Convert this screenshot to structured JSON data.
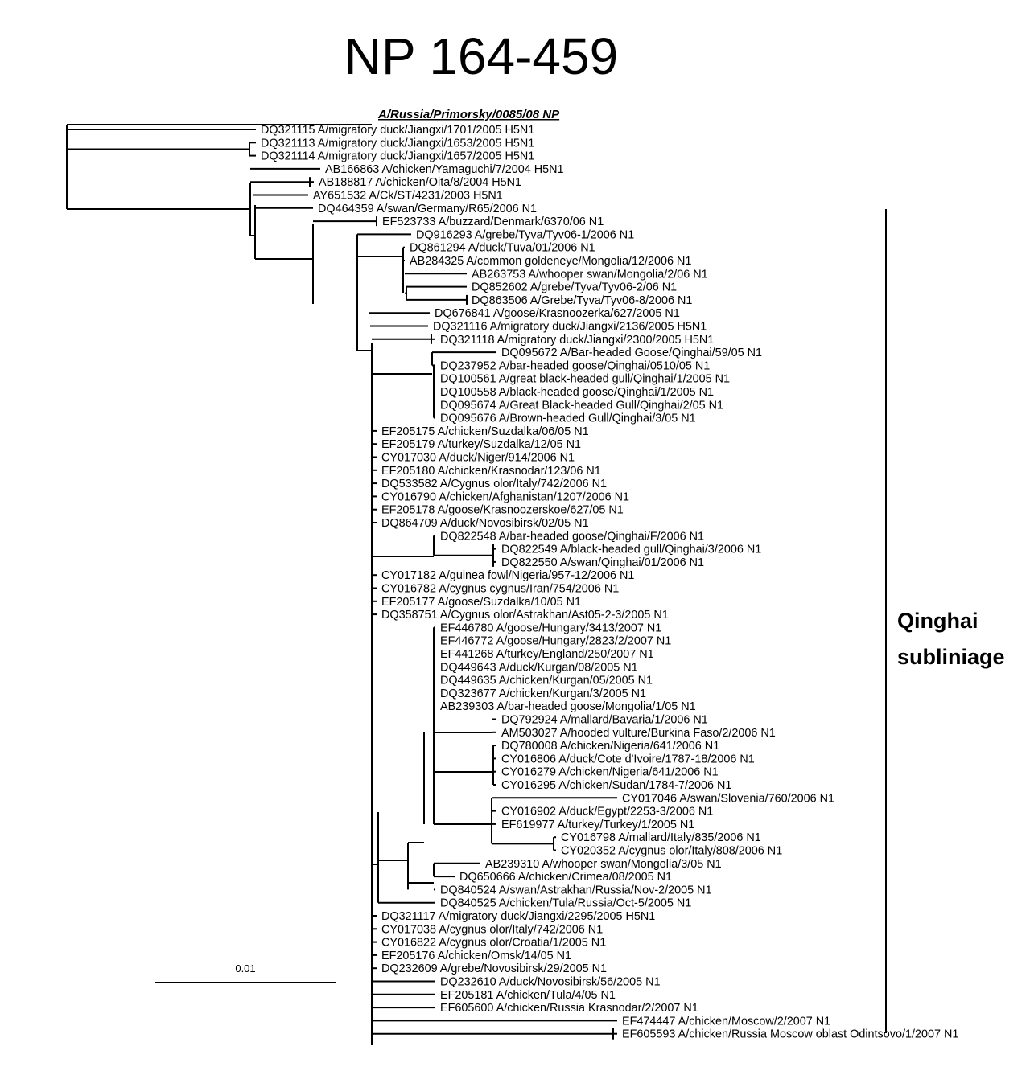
{
  "title": "NP 164-459",
  "root_label": "A/Russia/Primorsky/0085/08 NP",
  "clade": {
    "line1": "Qinghai",
    "line2": "subliniage"
  },
  "scale_bar": {
    "label": "0.01"
  },
  "taxa": [
    "DQ321115 A/migratory duck/Jiangxi/1701/2005 H5N1",
    "DQ321113 A/migratory duck/Jiangxi/1653/2005 H5N1",
    "DQ321114 A/migratory duck/Jiangxi/1657/2005 H5N1",
    "AB166863 A/chicken/Yamaguchi/7/2004 H5N1",
    "AB188817 A/chicken/Oita/8/2004 H5N1",
    "AY651532 A/Ck/ST/4231/2003 H5N1",
    "DQ464359 A/swan/Germany/R65/2006 N1",
    "EF523733 A/buzzard/Denmark/6370/06 N1",
    "DQ916293 A/grebe/Tyva/Tyv06-1/2006 N1",
    "DQ861294 A/duck/Tuva/01/2006 N1",
    "AB284325 A/common goldeneye/Mongolia/12/2006 N1",
    "AB263753 A/whooper swan/Mongolia/2/06 N1",
    "DQ852602 A/grebe/Tyva/Tyv06-2/06 N1",
    "DQ863506 A/Grebe/Tyva/Tyv06-8/2006 N1",
    "DQ676841 A/goose/Krasnoozerka/627/2005 N1",
    "DQ321116 A/migratory duck/Jiangxi/2136/2005 H5N1",
    "DQ321118 A/migratory duck/Jiangxi/2300/2005 H5N1",
    "DQ095672 A/Bar-headed Goose/Qinghai/59/05 N1",
    "DQ237952 A/bar-headed goose/Qinghai/0510/05 N1",
    "DQ100561 A/great black-headed gull/Qinghai/1/2005 N1",
    "DQ100558 A/black-headed goose/Qinghai/1/2005 N1",
    "DQ095674 A/Great Black-headed Gull/Qinghai/2/05 N1",
    "DQ095676 A/Brown-headed Gull/Qinghai/3/05 N1",
    "EF205175 A/chicken/Suzdalka/06/05 N1",
    "EF205179 A/turkey/Suzdalka/12/05 N1",
    "CY017030 A/duck/Niger/914/2006 N1",
    "EF205180 A/chicken/Krasnodar/123/06 N1",
    "DQ533582 A/Cygnus olor/Italy/742/2006 N1",
    "CY016790 A/chicken/Afghanistan/1207/2006 N1",
    "EF205178 A/goose/Krasnoozerskoe/627/05 N1",
    "DQ864709 A/duck/Novosibirsk/02/05 N1",
    "DQ822548 A/bar-headed goose/Qinghai/F/2006 N1",
    "DQ822549 A/black-headed gull/Qinghai/3/2006 N1",
    "DQ822550 A/swan/Qinghai/01/2006 N1",
    "CY017182 A/guinea fowl/Nigeria/957-12/2006 N1",
    "CY016782 A/cygnus cygnus/Iran/754/2006 N1",
    "EF205177 A/goose/Suzdalka/10/05 N1",
    "DQ358751 A/Cygnus olor/Astrakhan/Ast05-2-3/2005 N1",
    "EF446780 A/goose/Hungary/3413/2007 N1",
    "EF446772 A/goose/Hungary/2823/2/2007 N1",
    "EF441268 A/turkey/England/250/2007 N1",
    "DQ449643 A/duck/Kurgan/08/2005 N1",
    "DQ449635 A/chicken/Kurgan/05/2005 N1",
    "DQ323677 A/chicken/Kurgan/3/2005 N1",
    "AB239303 A/bar-headed goose/Mongolia/1/05 N1",
    "DQ792924 A/mallard/Bavaria/1/2006 N1",
    "AM503027 A/hooded vulture/Burkina Faso/2/2006 N1",
    "DQ780008 A/chicken/Nigeria/641/2006 N1",
    "CY016806 A/duck/Cote d'Ivoire/1787-18/2006 N1",
    "CY016279 A/chicken/Nigeria/641/2006 N1",
    "CY016295 A/chicken/Sudan/1784-7/2006 N1",
    "CY017046 A/swan/Slovenia/760/2006 N1",
    "CY016902 A/duck/Egypt/2253-3/2006 N1",
    "EF619977 A/turkey/Turkey/1/2005 N1",
    "CY016798 A/mallard/Italy/835/2006 N1",
    "CY020352 A/cygnus olor/Italy/808/2006 N1",
    "AB239310 A/whooper swan/Mongolia/3/05 N1",
    "DQ650666 A/chicken/Crimea/08/2005 N1",
    "DQ840524 A/swan/Astrakhan/Russia/Nov-2/2005 N1",
    "DQ840525 A/chicken/Tula/Russia/Oct-5/2005 N1",
    "DQ321117 A/migratory duck/Jiangxi/2295/2005 H5N1",
    "CY017038 A/cygnus olor/Italy/742/2006 N1",
    "CY016822 A/cygnus olor/Croatia/1/2005 N1",
    "EF205176 A/chicken/Omsk/14/05 N1",
    "DQ232609 A/grebe/Novosibirsk/29/2005 N1",
    "DQ232610 A/duck/Novosibirsk/56/2005 N1",
    "EF205181 A/chicken/Tula/4/05 N1",
    "EF605600 A/chicken/Russia Krasnodar/2/2007 N1",
    "EF474447 A/chicken/Moscow/2/2007 N1",
    "EF605593 A/chicken/Russia Moscow oblast Odintsovo/1/2007 N1"
  ]
}
